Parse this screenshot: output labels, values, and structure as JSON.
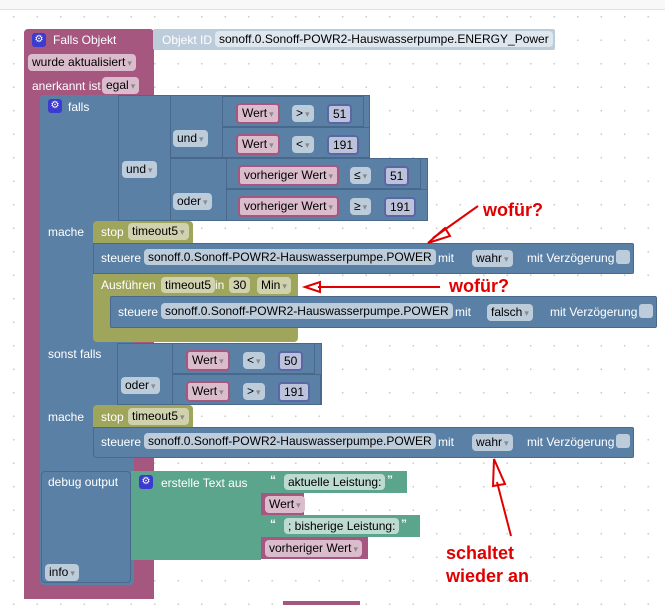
{
  "event_block": {
    "title": "Falls Objekt",
    "trigger": "wurde aktualisiert",
    "ack_label": "anerkannt ist",
    "ack_value": "egal",
    "object_id_label": "Objekt ID",
    "object_id": "sonoff.0.Sonoff-POWR2-Hauswasserpumpe.ENERGY_Power"
  },
  "if_block": {
    "if_label": "falls",
    "outer_op": "und",
    "inner_and_op": "und",
    "inner_or_op": "oder",
    "conditions": [
      {
        "var": "Wert",
        "op": ">",
        "value": "51"
      },
      {
        "var": "Wert",
        "op": "<",
        "value": "191"
      },
      {
        "var": "vorheriger Wert",
        "op": "≤",
        "value": "51"
      },
      {
        "var": "vorheriger Wert",
        "op": "≥",
        "value": "191"
      }
    ],
    "do_label": "mache",
    "do": {
      "stop_label": "stop",
      "stop_timer": "timeout5",
      "control_label": "steuere",
      "control_target": "sonoff.0.Sonoff-POWR2-Hauswasserpumpe.POWER",
      "with_label": "mit",
      "control_value": "wahr",
      "delay_label": "mit Verzögerung",
      "exec_label": "Ausführen",
      "exec_timer": "timeout5",
      "in_label": "in",
      "exec_amount": "30",
      "exec_unit": "Min",
      "inner_control_label": "steuere",
      "inner_control_target": "sonoff.0.Sonoff-POWR2-Hauswasserpumpe.POWER",
      "inner_with_label": "mit",
      "inner_control_value": "falsch",
      "inner_delay_label": "mit Verzögerung"
    },
    "elseif_label": "sonst falls",
    "elseif_op": "oder",
    "elseif_conditions": [
      {
        "var": "Wert",
        "op": "<",
        "value": "50"
      },
      {
        "var": "Wert",
        "op": ">",
        "value": "191"
      }
    ],
    "do2_label": "mache",
    "do2": {
      "stop_label": "stop",
      "stop_timer": "timeout5",
      "control_label": "steuere",
      "control_target": "sonoff.0.Sonoff-POWR2-Hauswasserpumpe.POWER",
      "with_label": "mit",
      "control_value": "wahr",
      "delay_label": "mit Verzögerung"
    }
  },
  "debug_block": {
    "label": "debug output",
    "level": "info",
    "text_label": "erstelle Text aus",
    "parts": [
      "aktuelle Leistung:",
      "Wert",
      "; bisherige Leistung:",
      "vorheriger Wert"
    ]
  },
  "annotations": {
    "a1": "wofür?",
    "a2": "wofür?",
    "a3_line1": "schaltet",
    "a3_line2": "wieder an"
  },
  "colors": {
    "event": "#a5577f",
    "logic": "#5b80a5",
    "timer": "#9fa55b",
    "text": "#5ba58c",
    "number": "#5b67a5",
    "annotation": "#e00000"
  }
}
